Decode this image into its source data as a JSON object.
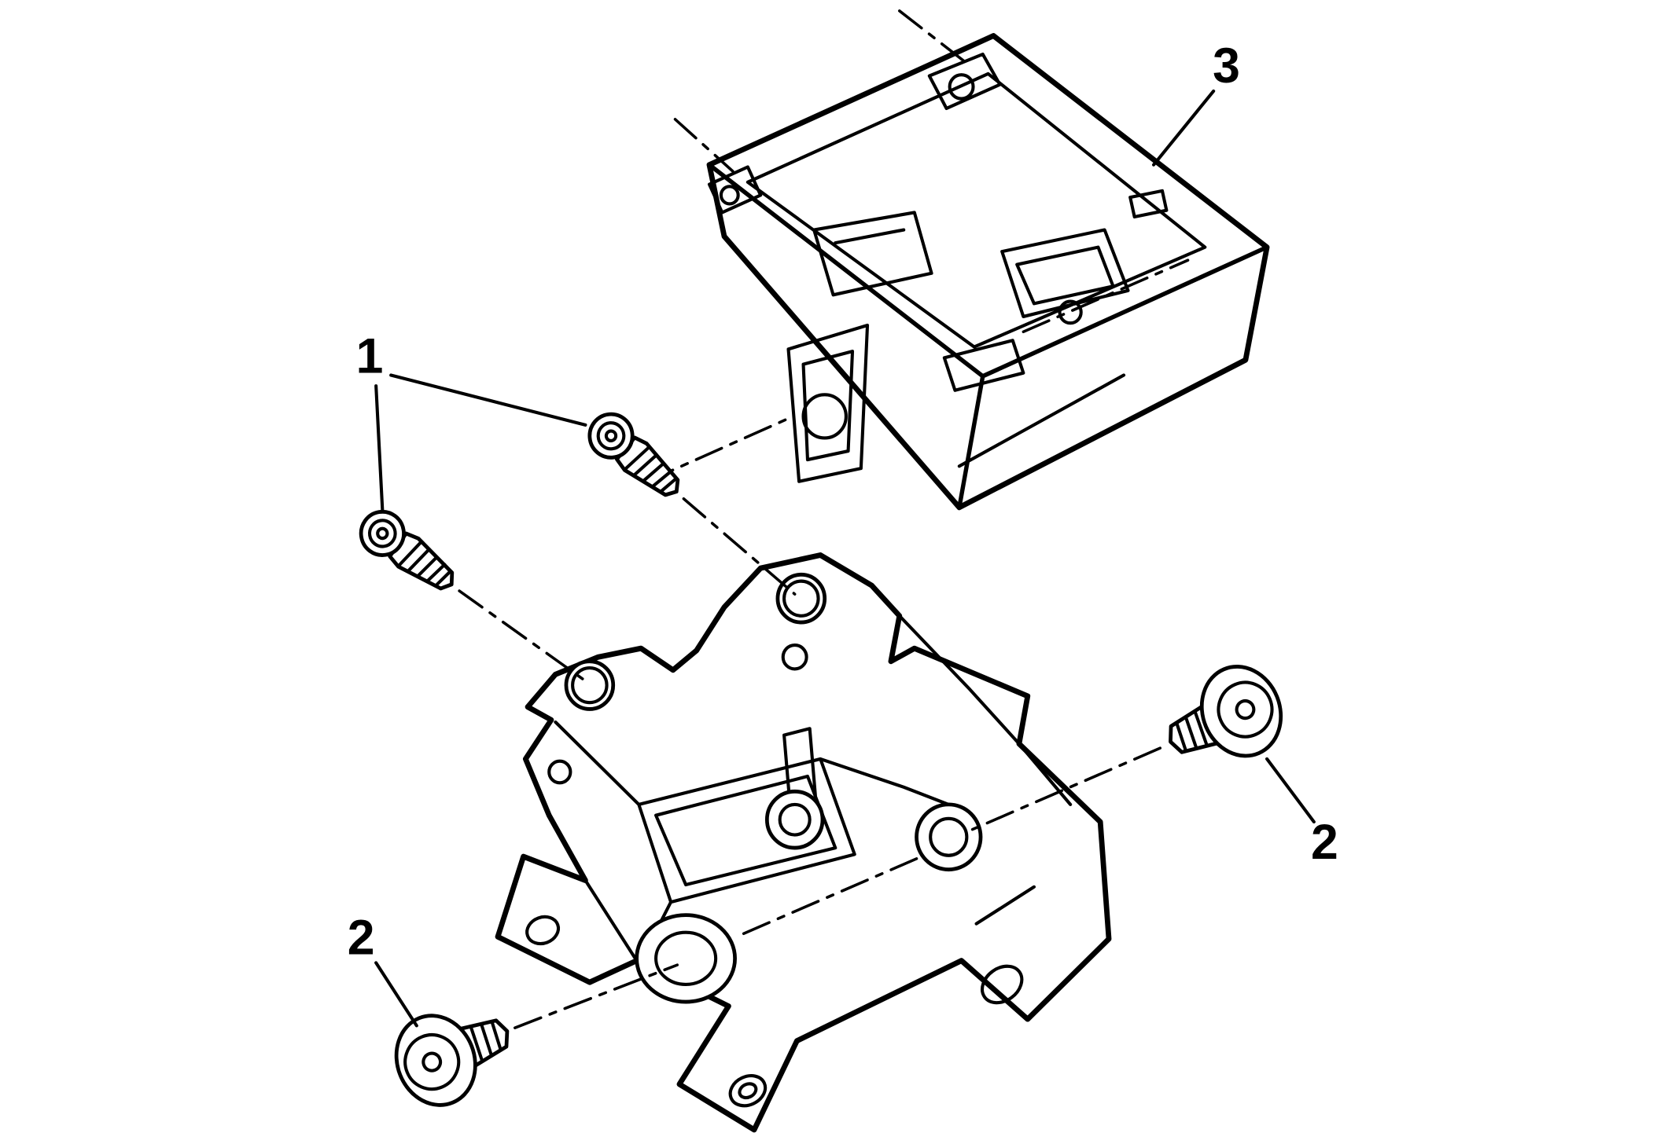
{
  "figure": {
    "callouts": {
      "fastener_screws": "1",
      "bolt_right": "2",
      "bolt_left": "2",
      "module": "3"
    },
    "colors": {
      "background": "#ffffff",
      "line": "#000000"
    }
  }
}
